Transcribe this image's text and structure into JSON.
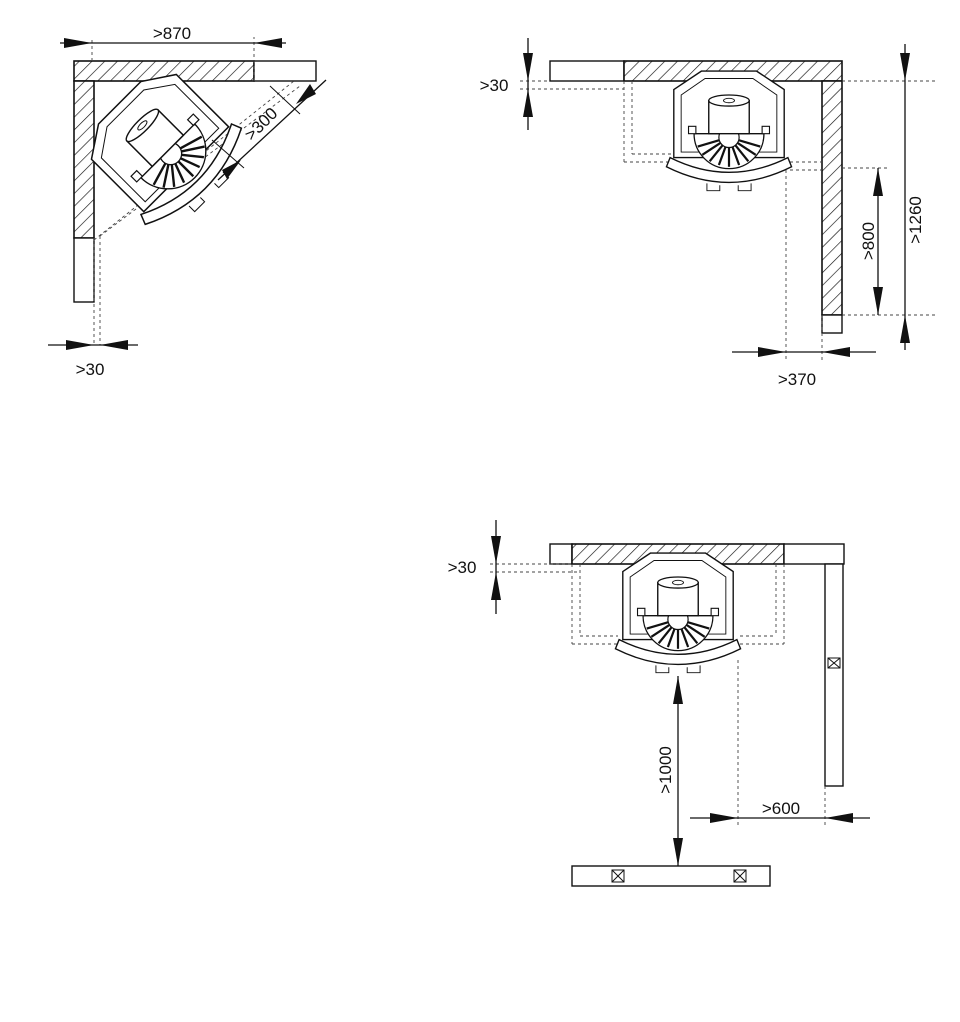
{
  "diagrams": [
    {
      "layout": "corner-diagonal",
      "dimensions": {
        "top_width": ">870",
        "front_clearance": ">300",
        "side_gap": ">30"
      }
    },
    {
      "layout": "corner-right",
      "dimensions": {
        "top_gap": ">30",
        "side_depth": ">800",
        "total_depth": ">1260",
        "side_offset": ">370"
      }
    },
    {
      "layout": "wall-front",
      "dimensions": {
        "top_gap": ">30",
        "front_distance": ">1000",
        "side_offset": ">600"
      }
    }
  ]
}
